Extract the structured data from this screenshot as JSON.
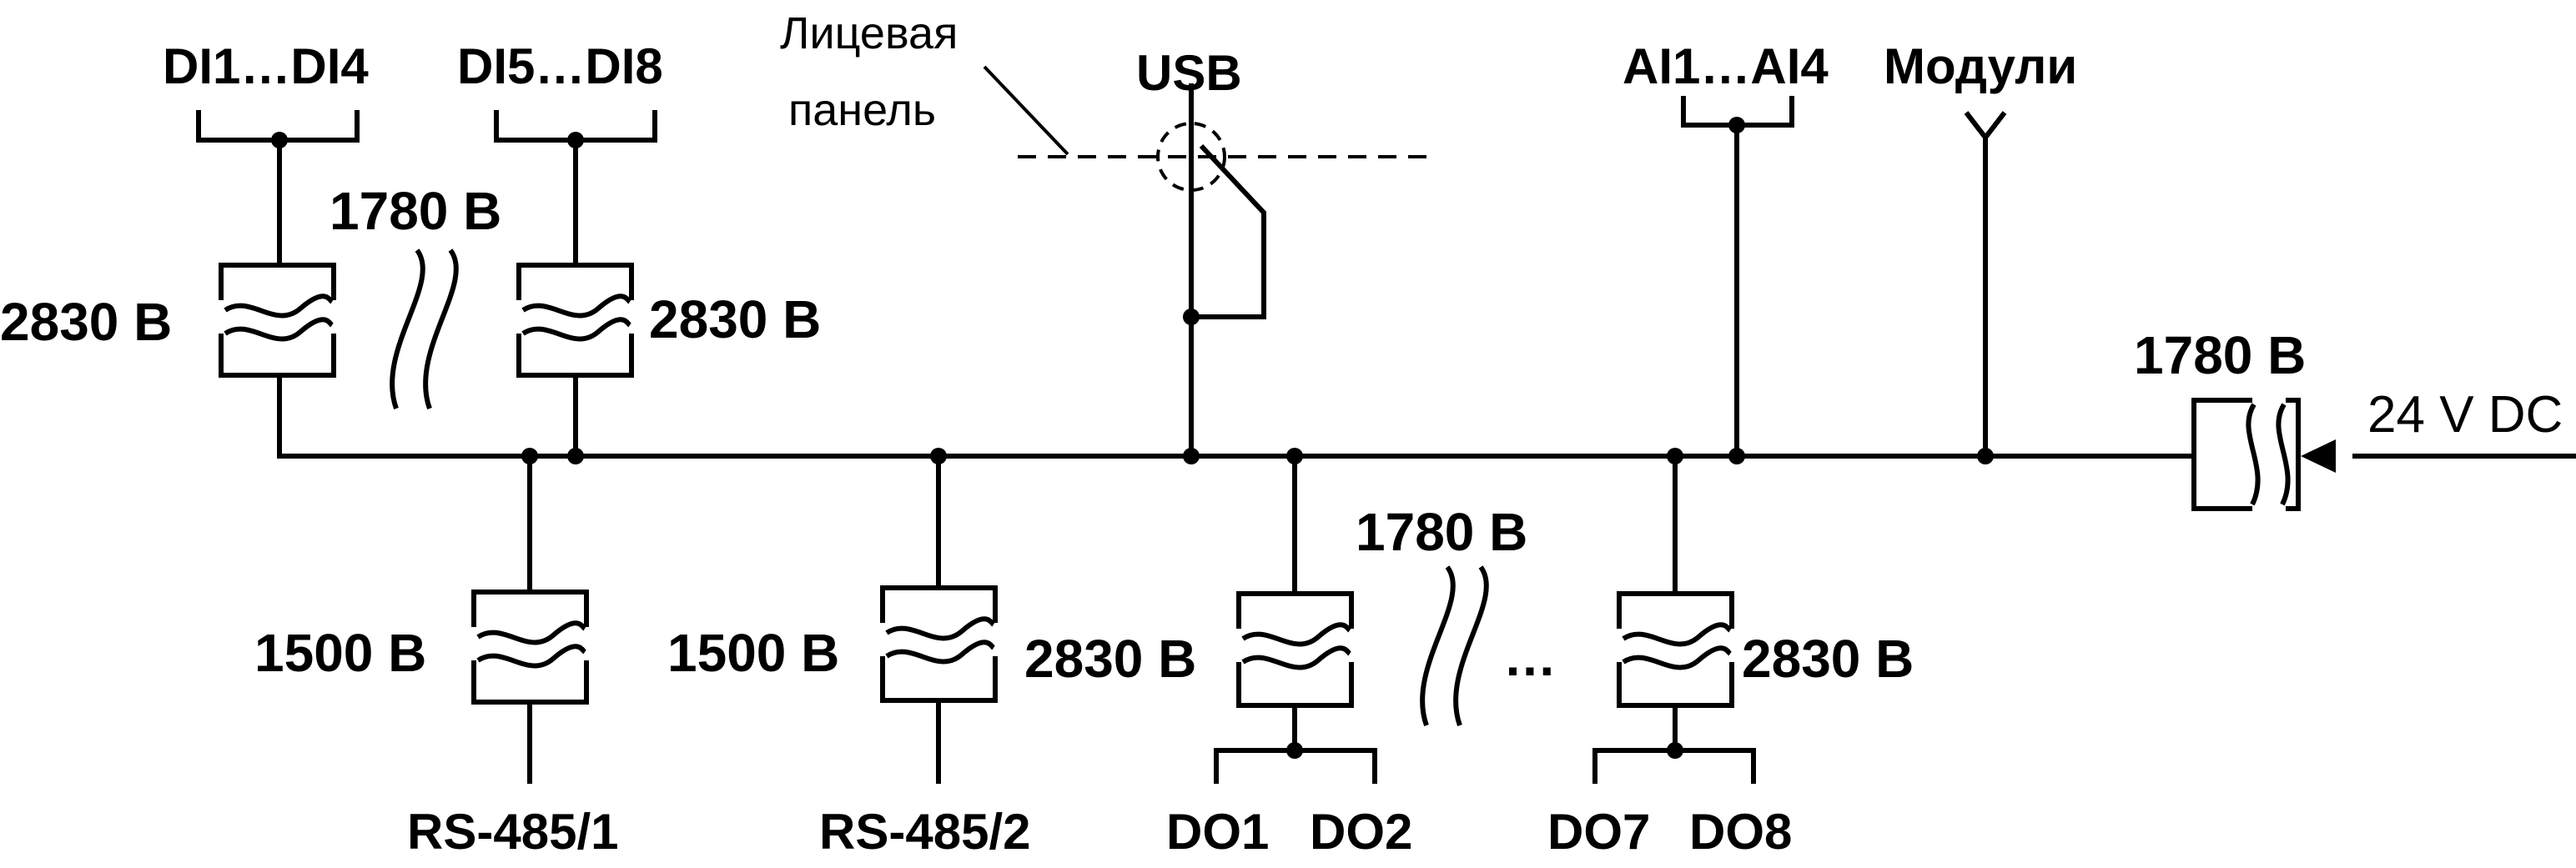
{
  "labels": {
    "di1_4": "DI1…DI4",
    "di5_8": "DI5…DI8",
    "front_panel_line1": "Лицевая",
    "front_panel_line2": "панель",
    "usb": "USB",
    "ai1_4": "AI1…AI4",
    "modules": "Модули",
    "v_1780_top": "1780 В",
    "v_2830_di1": "2830 В",
    "v_2830_di5": "2830 В",
    "v_1780_power": "1780 В",
    "power_in": "24 V DC",
    "v_1500_rs1": "1500 В",
    "v_1500_rs2": "1500 В",
    "v_2830_do1": "2830 В",
    "v_1780_do": "1780 В",
    "ellipsis": "…",
    "v_2830_do7": "2830 В",
    "rs485_1": "RS-485/1",
    "rs485_2": "RS-485/2",
    "do1": "DO1",
    "do2": "DO2",
    "do7": "DO7",
    "do8": "DO8"
  }
}
